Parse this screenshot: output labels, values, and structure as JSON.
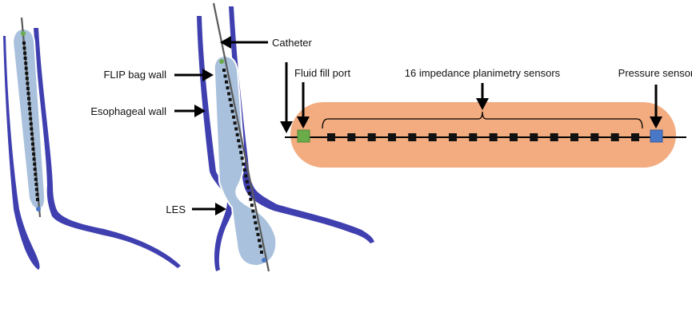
{
  "colors": {
    "esophageal_wall": "#3f3fb0",
    "flip_bag": "#a9c1dc",
    "catheter": "#5a5a5a",
    "sensor": "#111111",
    "fluid_port": "#6aab4a",
    "pressure_sensor": "#4a78c8",
    "balloon_schematic": "#f2ac80",
    "arrow": "#000000"
  },
  "labels": {
    "catheter": "Catheter",
    "flip_bag_wall": "FLIP bag wall",
    "esophageal_wall": "Esophageal wall",
    "les": "LES",
    "fluid_fill_port": "Fluid fill port",
    "impedance_sensors": "16 impedance planimetry sensors",
    "pressure_sensor": "Pressure sensor"
  },
  "schematic": {
    "sensor_count": 16
  }
}
